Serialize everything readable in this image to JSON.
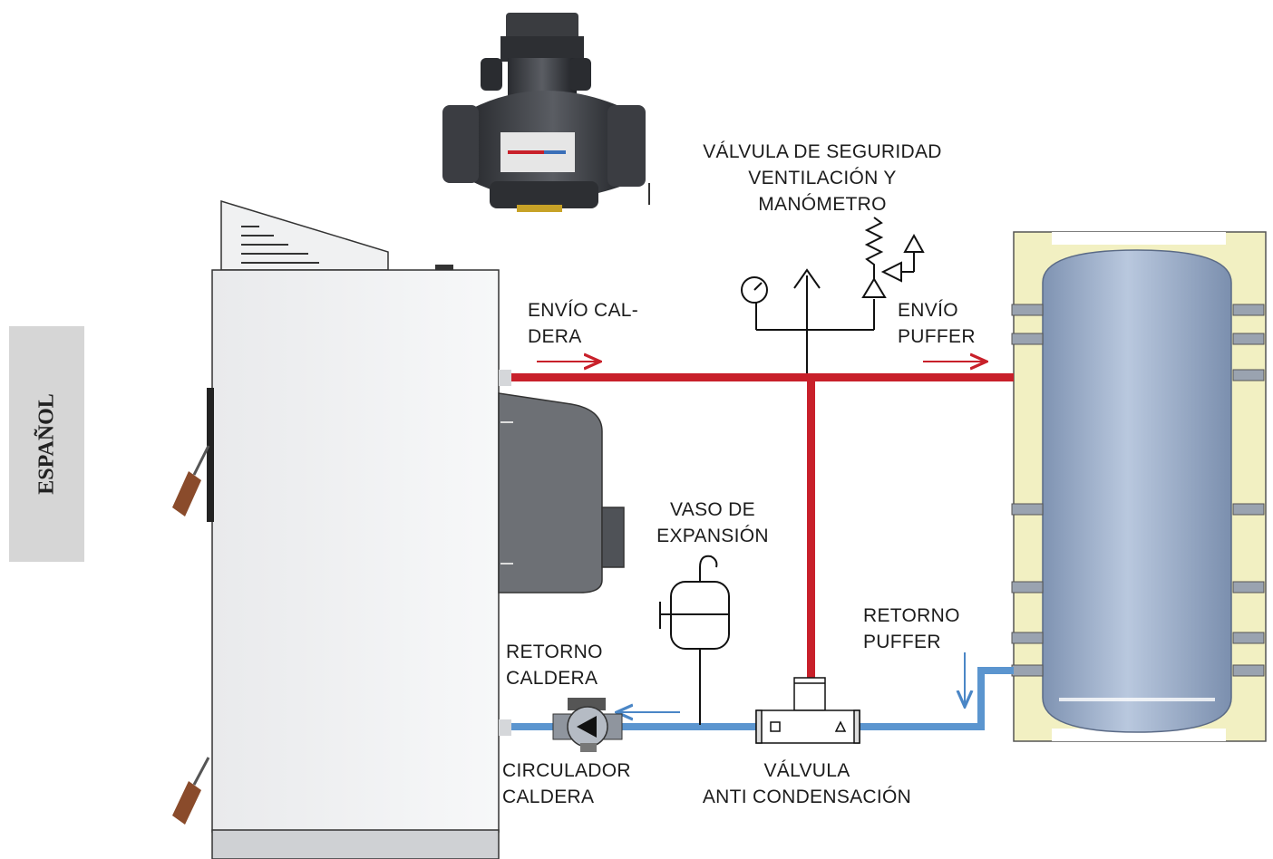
{
  "side_tab": {
    "text": "ESPAÑOL"
  },
  "labels": {
    "safety_valve": "VÁLVULA DE SEGURIDAD\nVENTILACIÓN Y\nMANÓMETRO",
    "boiler_supply": "ENVÍO CAL-\nDERA",
    "puffer_supply": "ENVÍO\nPUFFER",
    "expansion_vessel": "VASO DE\nEXPANSIÓN",
    "puffer_return": "RETORNO\nPUFFER",
    "boiler_return": "RETORNO\nCALDERA",
    "boiler_circulator": "CIRCULADOR\nCALDERA",
    "anti_condensation_valve": "VÁLVULA\nANTI CONDENSACIÓN"
  },
  "colors": {
    "supply_pipe": "#c8202a",
    "return_pipe": "#5b95cf",
    "tank_fill": "#9fb3cf",
    "insulation": "#f2f0c2",
    "boiler_body": "#f4f5f6",
    "burner": "#6d7075"
  },
  "icons": {
    "valve_photo": "three-way-valve-icon",
    "pressure_gauge": "pressure-gauge-icon",
    "air_vent": "air-vent-arrow-icon",
    "relief_valve": "safety-relief-valve-icon",
    "pump": "circulator-pump-icon"
  }
}
